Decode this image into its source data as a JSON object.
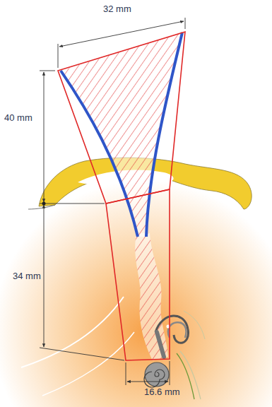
{
  "diagram": {
    "labels": [
      "32 mm",
      "40 mm",
      "34 mm",
      "16.6 mm"
    ]
  }
}
